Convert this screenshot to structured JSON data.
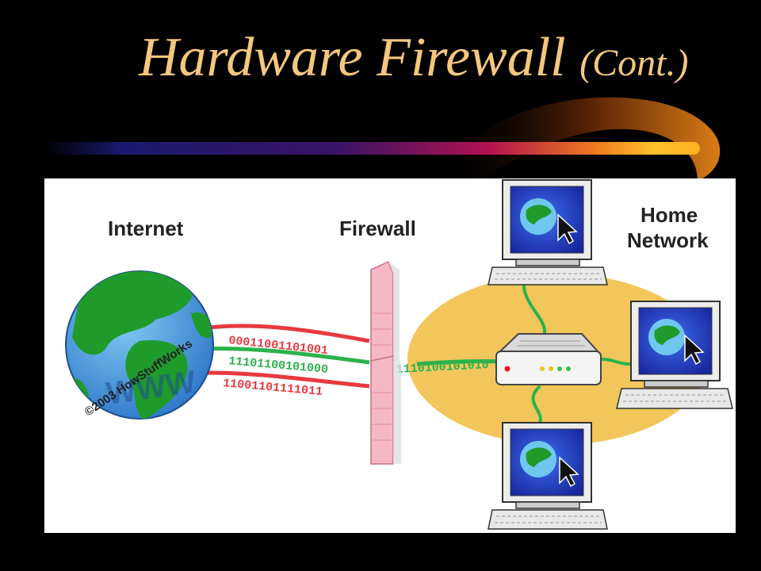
{
  "slide": {
    "title_main": "Hardware Firewall",
    "title_sub": "(Cont.)"
  },
  "diagram": {
    "labels": {
      "internet": "Internet",
      "firewall": "Firewall",
      "home_line1": "Home",
      "home_line2": "Network"
    },
    "globe_text": "WWW",
    "copyright": "©2003 HowStuffWorks",
    "bits": {
      "red_top": "00011001101001",
      "green_mid": "11101100101000",
      "red_bottom": "11001101111011",
      "green_out": "1110100101010"
    },
    "colors": {
      "accent_gold": "#f4c77e",
      "network_area": "#f2c65a",
      "red_traffic": "#e8393d",
      "green_traffic": "#2bb24c",
      "firewall": "#f6b7c4",
      "screen_blue": "#1f37b7"
    }
  }
}
